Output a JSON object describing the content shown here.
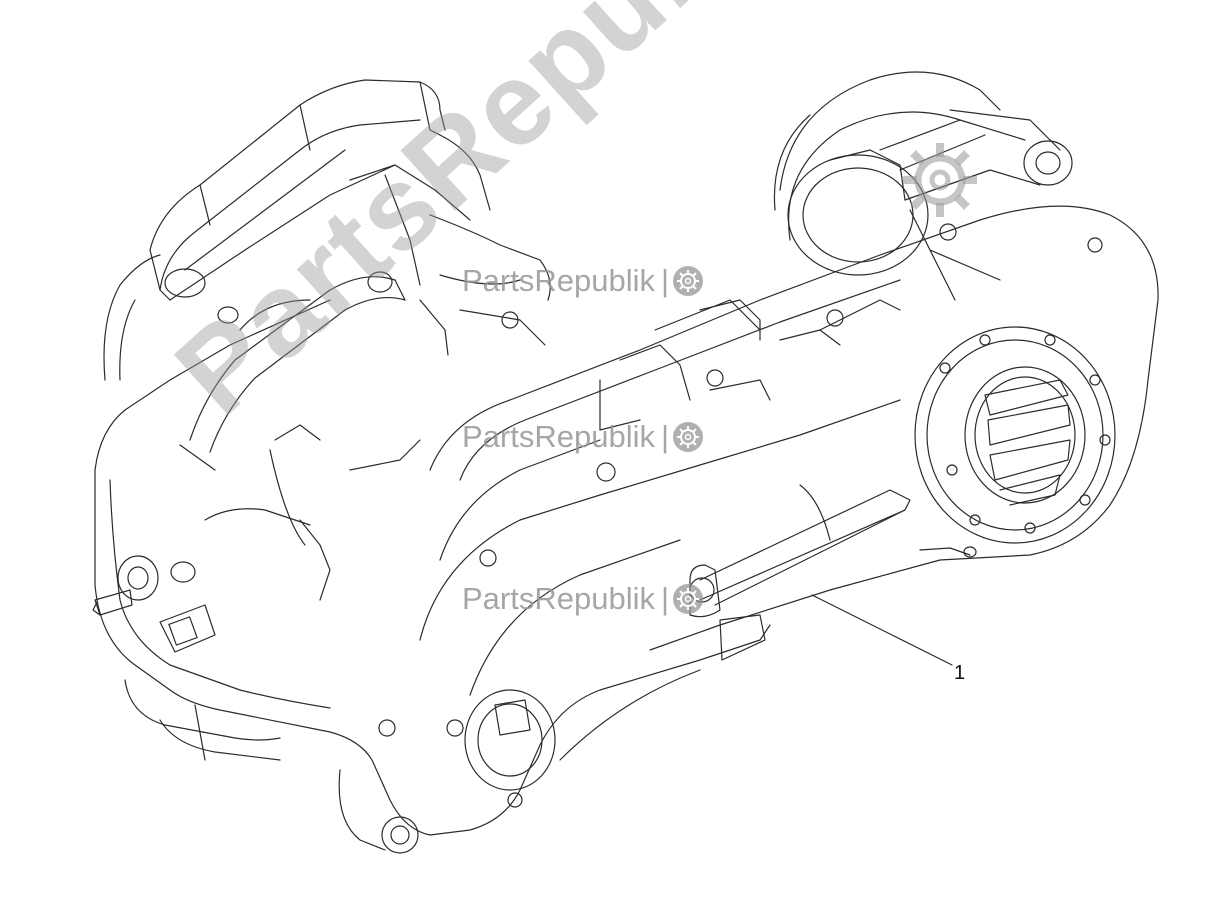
{
  "watermark": {
    "diagonal_text": "PartsRepublik",
    "line_1": "PartsRepublik",
    "line_2": "PartsRepublik",
    "line_3": "PartsRepublik",
    "separator": "|",
    "icon": "gear-icon"
  },
  "callouts": [
    {
      "label": "1"
    }
  ],
  "colors": {
    "line": "#2b2b2b",
    "watermark": "#969696",
    "background": "#ffffff"
  }
}
